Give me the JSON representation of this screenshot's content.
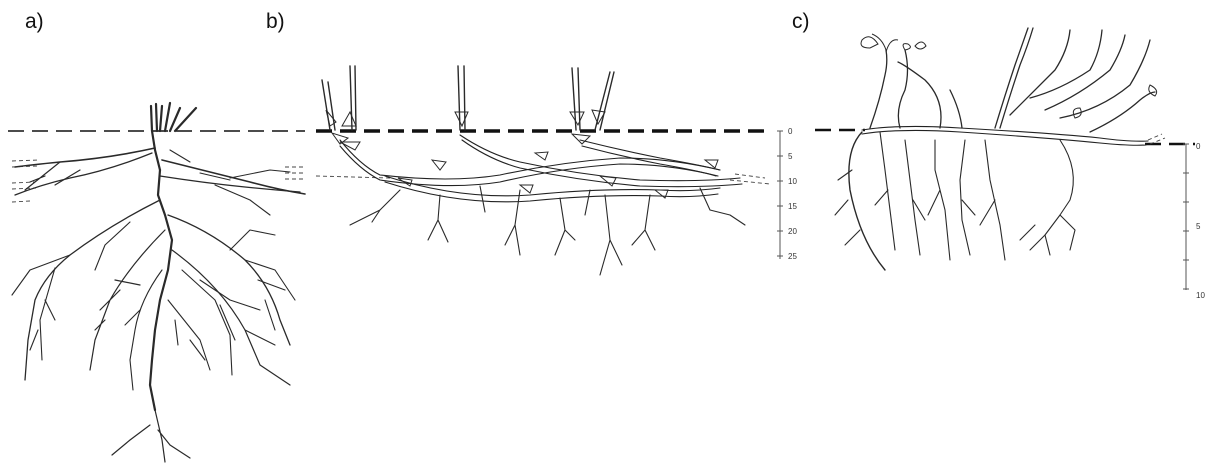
{
  "panels": [
    {
      "label": "a)"
    },
    {
      "label": "b)",
      "scale_ticks": [
        "0",
        "5",
        "10",
        "15",
        "20",
        "25"
      ]
    },
    {
      "label": "c)",
      "scale_ticks": [
        "0",
        "5",
        "10"
      ]
    }
  ]
}
